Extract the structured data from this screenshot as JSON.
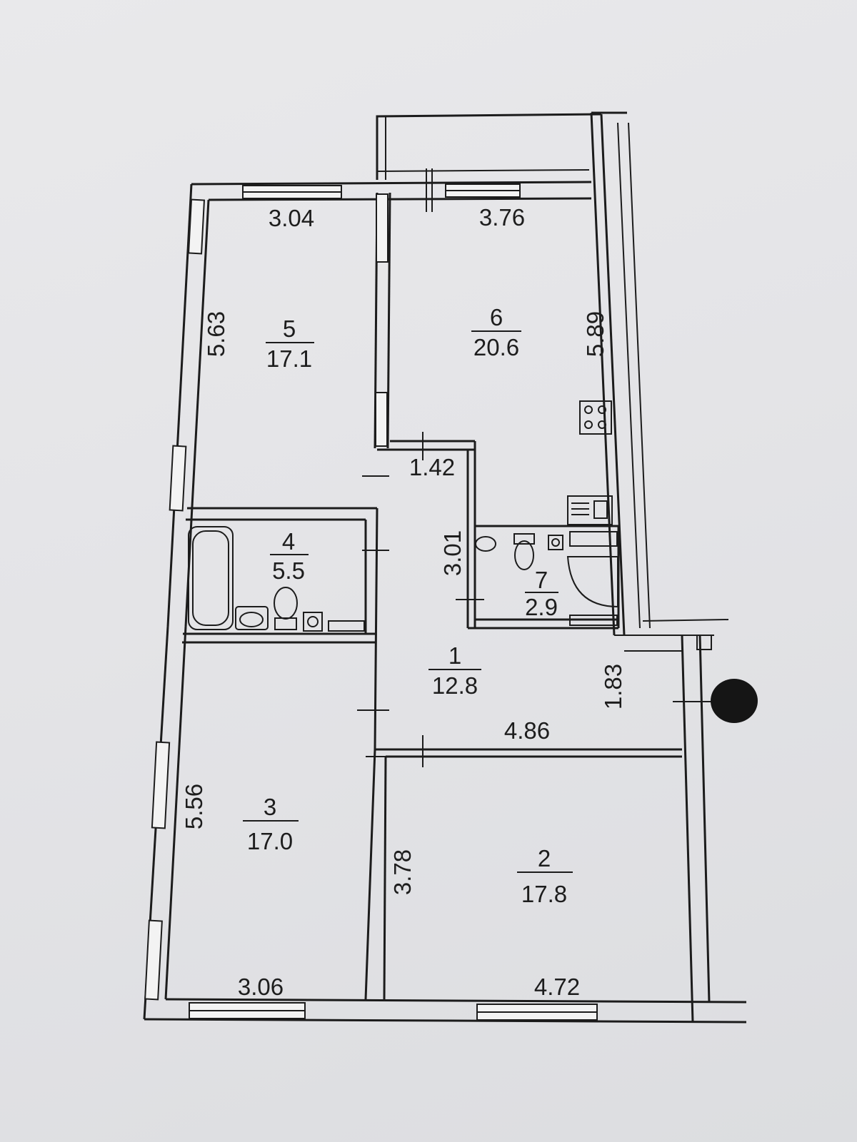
{
  "rooms": [
    {
      "number": "1",
      "area": "12.8"
    },
    {
      "number": "2",
      "area": "17.8"
    },
    {
      "number": "3",
      "area": "17.0"
    },
    {
      "number": "4",
      "area": "5.5"
    },
    {
      "number": "5",
      "area": "17.1"
    },
    {
      "number": "6",
      "area": "20.6"
    },
    {
      "number": "7",
      "area": "2.9"
    }
  ],
  "dimensions": {
    "r5_width": "3.04",
    "r6_width": "3.76",
    "r5_length": "5.63",
    "r6_length": "5.89",
    "r1_top_width": "1.42",
    "r1_corridor": "3.01",
    "r1_hall": "1.83",
    "r1_width": "4.86",
    "r3_length": "5.56",
    "r2_length": "3.78",
    "r3_width": "3.06",
    "r2_width": "4.72"
  },
  "colors": {
    "ink": "#1c1c1c",
    "paper": "#e6e6e8",
    "mark": "#111111"
  }
}
